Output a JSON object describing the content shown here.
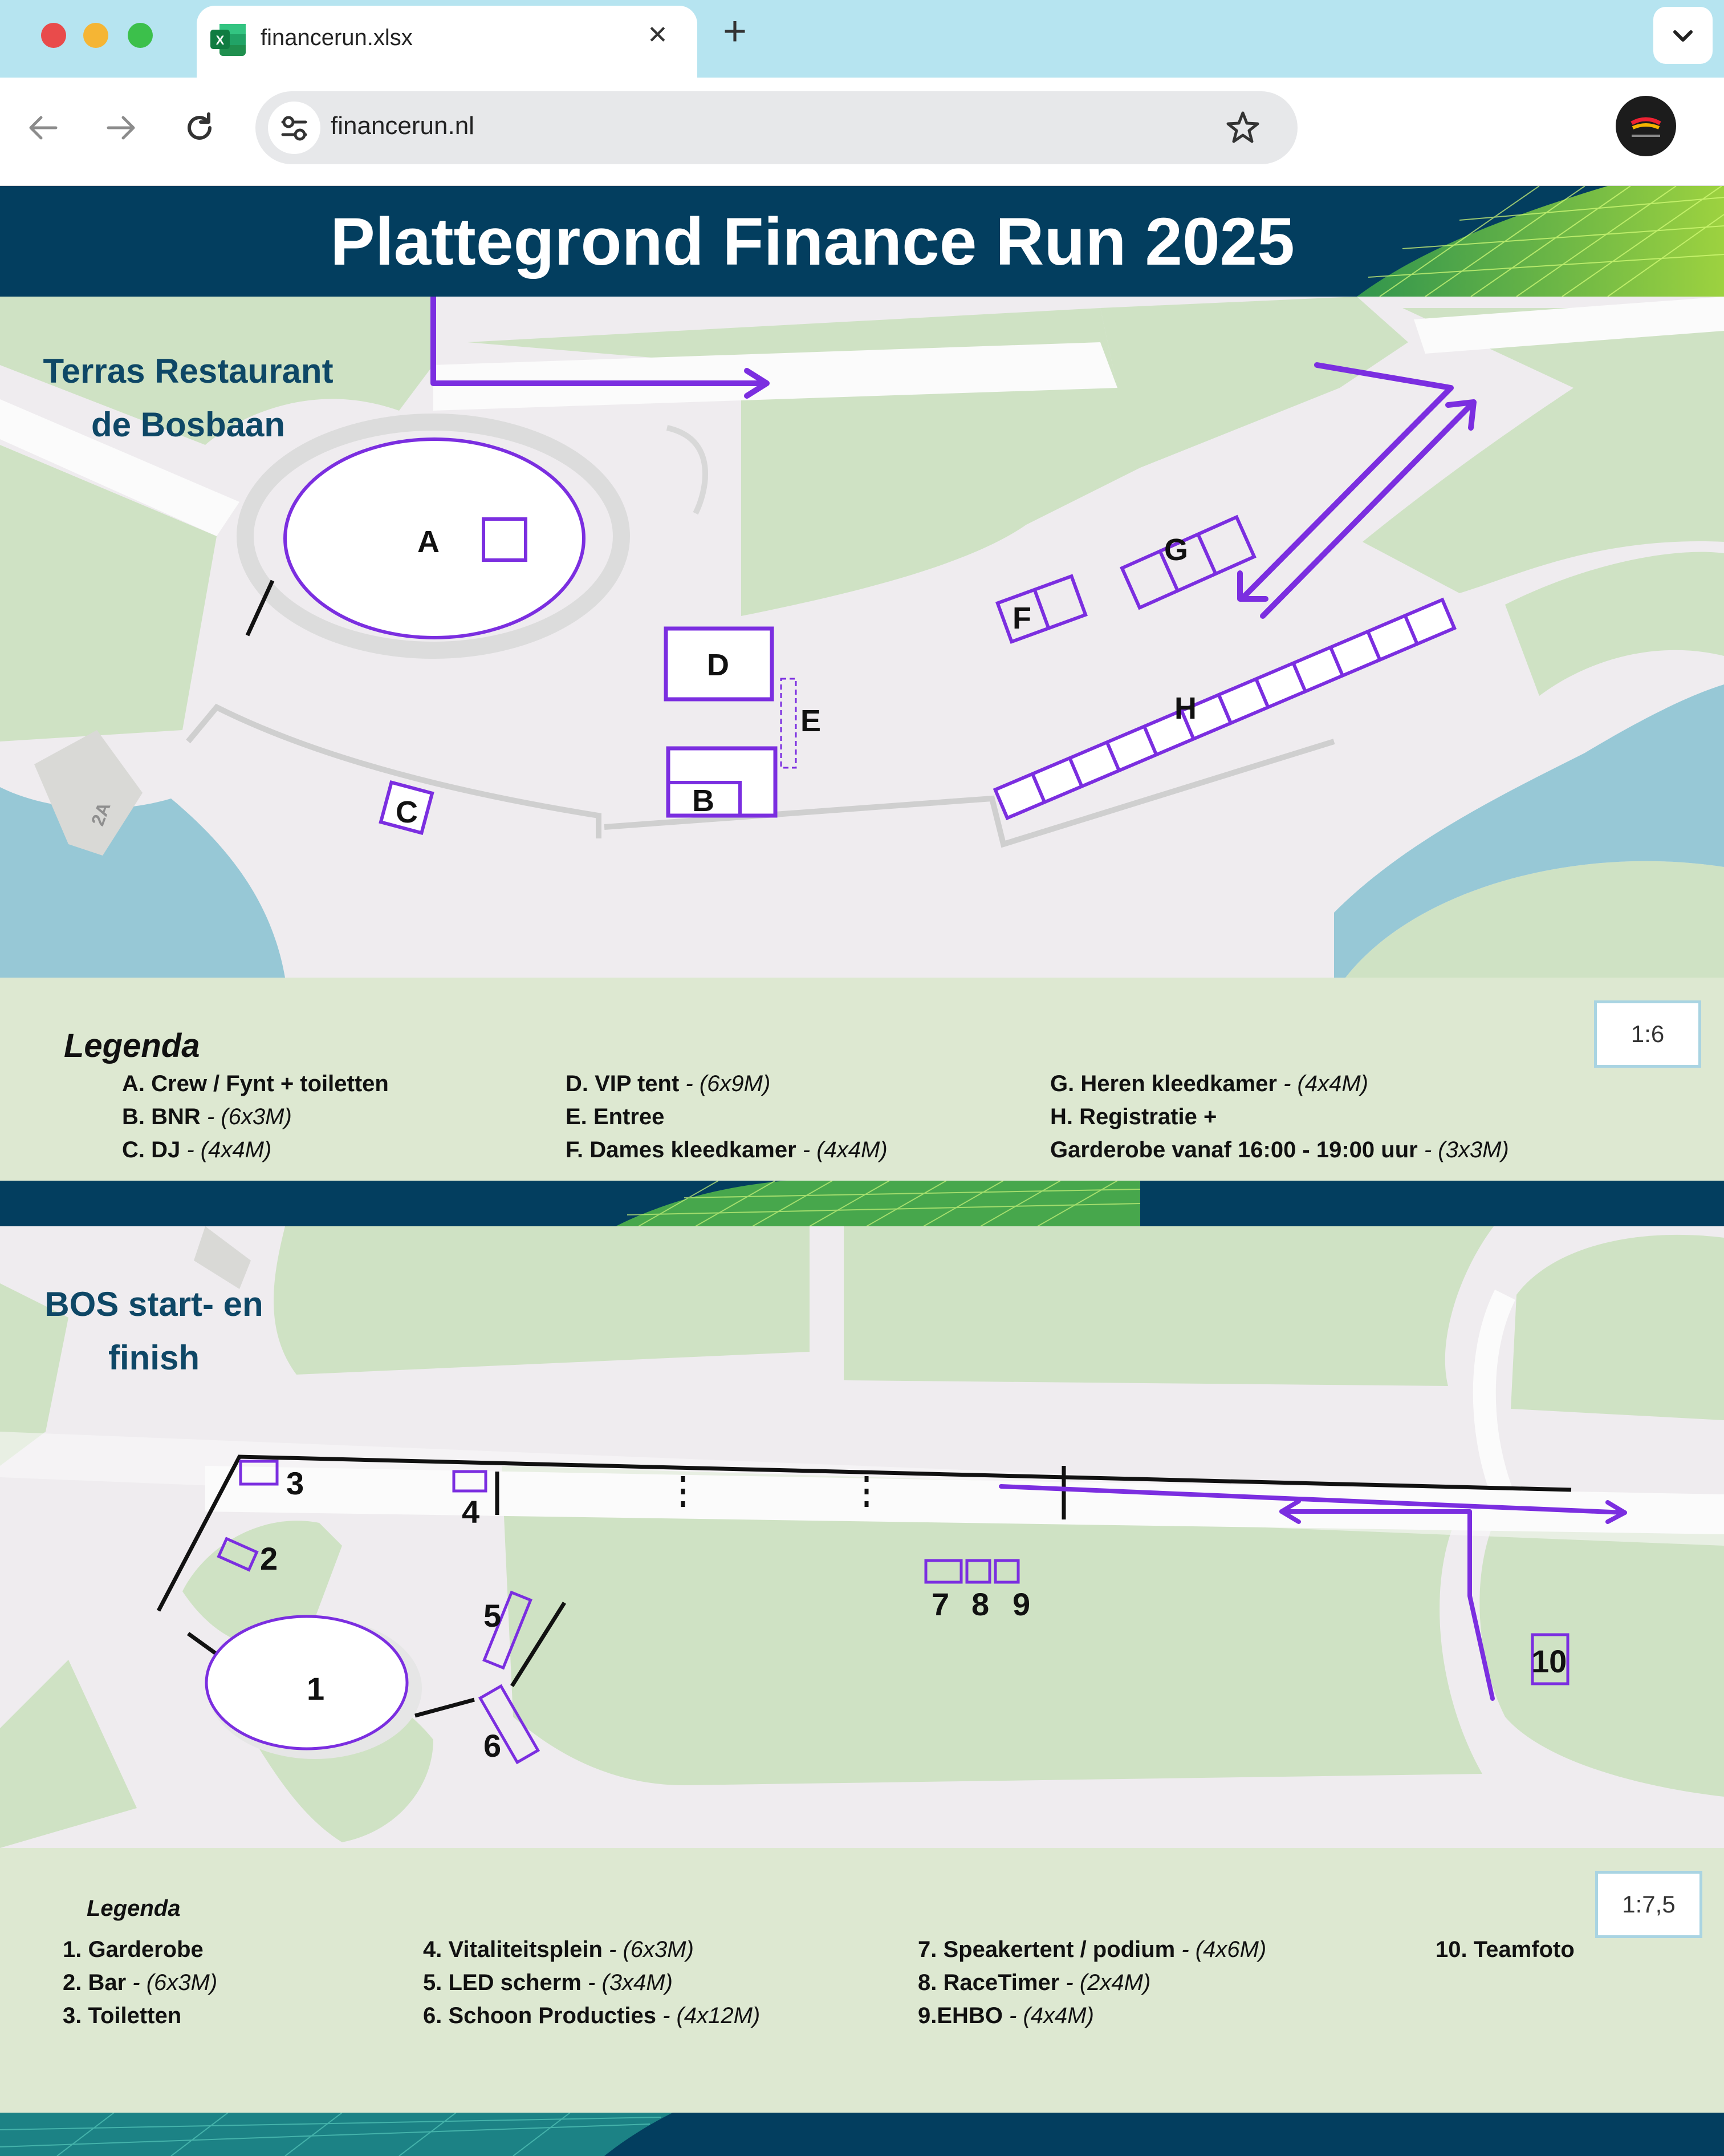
{
  "browser": {
    "tab_title": "financerun.xlsx",
    "url": "financerun.nl",
    "new_tab_symbol": "+",
    "close_symbol": "✕"
  },
  "header": {
    "title": "Plattegrond Finance Run 2025"
  },
  "map1": {
    "title_line1": "Terras Restaurant",
    "title_line2": "de Bosbaan",
    "scale": "1:6",
    "labels": {
      "A": "A",
      "B": "B",
      "C": "C",
      "D": "D",
      "E": "E",
      "F": "F",
      "G": "G",
      "H": "H",
      "building": "2A"
    },
    "legend": {
      "heading": "Legenda",
      "items": [
        {
          "name": "A.  Crew / Fynt + toiletten",
          "size": ""
        },
        {
          "name": "B. BNR",
          "size": " - (6x3M)"
        },
        {
          "name": "C. DJ",
          "size": " - (4x4M)"
        },
        {
          "name": "D. VIP tent",
          "size": " - (6x9M)"
        },
        {
          "name": "E. Entree",
          "size": ""
        },
        {
          "name": "F. Dames kleedkamer",
          "size": " - (4x4M)"
        },
        {
          "name": "G. Heren kleedkamer",
          "size": " - (4x4M)"
        },
        {
          "name": "H. Registratie +",
          "size": ""
        },
        {
          "name": "Garderobe vanaf 16:00 - 19:00 uur",
          "size": " - (3x3M)"
        }
      ]
    }
  },
  "map2": {
    "title_line1": "BOS start- en",
    "title_line2": "finish",
    "scale": "1:7,5",
    "labels": {
      "n1": "1",
      "n2": "2",
      "n3": "3",
      "n4": "4",
      "n5": "5",
      "n6": "6",
      "n7": "7",
      "n8": "8",
      "n9": "9",
      "n10": "10"
    },
    "legend": {
      "heading": "Legenda",
      "items": [
        {
          "name": "1. Garderobe",
          "size": ""
        },
        {
          "name": "2. Bar",
          "size": " - (6x3M)"
        },
        {
          "name": "3. Toiletten",
          "size": ""
        },
        {
          "name": "4. Vitaliteitsplein",
          "size": " - (6x3M)"
        },
        {
          "name": "5. LED scherm",
          "size": " - (3x4M)"
        },
        {
          "name": "6. Schoon Producties",
          "size": " - (4x12M)"
        },
        {
          "name": "7. Speakertent / podium",
          "size": " - (4x6M)"
        },
        {
          "name": "8. RaceTimer",
          "size": " - (2x4M)"
        },
        {
          "name": "9.EHBO",
          "size": " - (4x4M)"
        },
        {
          "name": "10. Teamfoto",
          "size": ""
        }
      ]
    }
  },
  "colors": {
    "purple": "#7b2ee0",
    "navy": "#033e5f",
    "green": "#dde8d1",
    "water": "#97c8d6"
  }
}
